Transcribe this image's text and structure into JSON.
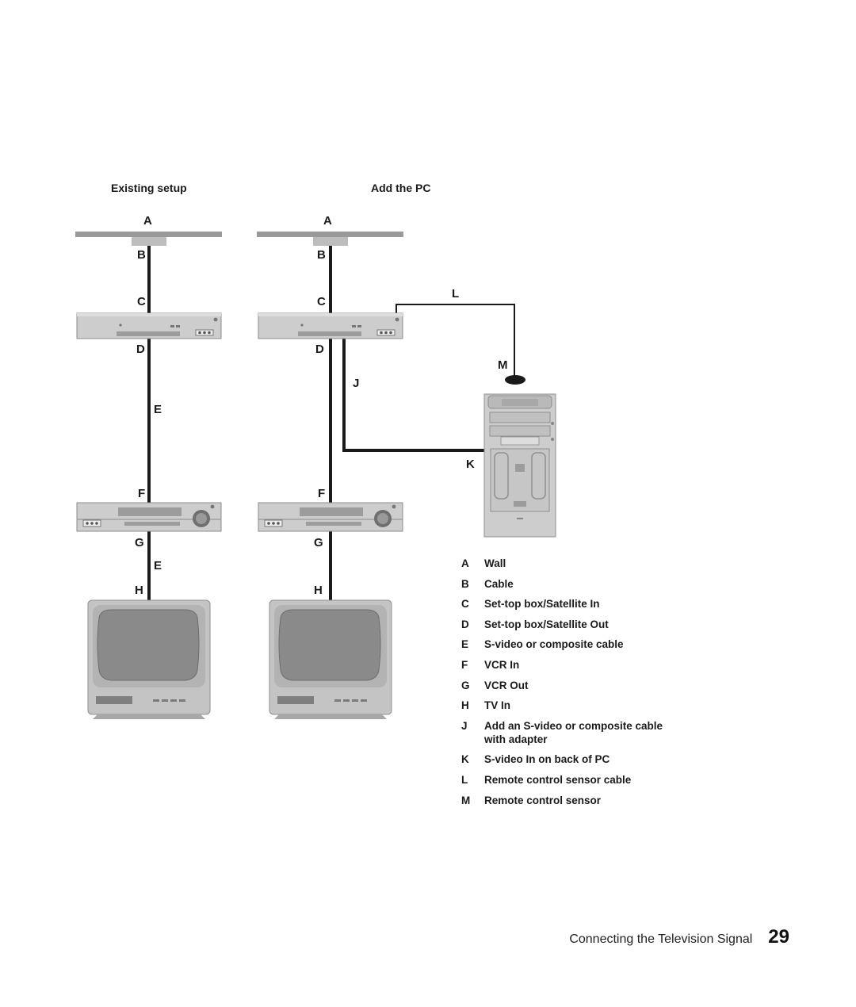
{
  "headings": {
    "existing": "Existing setup",
    "add_pc": "Add the PC"
  },
  "labels": {
    "A": "A",
    "B": "B",
    "C": "C",
    "D": "D",
    "E": "E",
    "F": "F",
    "G": "G",
    "H": "H",
    "J": "J",
    "K": "K",
    "L": "L",
    "M": "M"
  },
  "legend": [
    {
      "key": "A",
      "text": "Wall"
    },
    {
      "key": "B",
      "text": "Cable"
    },
    {
      "key": "C",
      "text": "Set-top box/Satellite In"
    },
    {
      "key": "D",
      "text": "Set-top box/Satellite Out"
    },
    {
      "key": "E",
      "text": "S-video or composite cable"
    },
    {
      "key": "F",
      "text": "VCR In"
    },
    {
      "key": "G",
      "text": "VCR Out"
    },
    {
      "key": "H",
      "text": "TV In"
    },
    {
      "key": "J",
      "text": "Add an S-video or composite cable with adapter"
    },
    {
      "key": "K",
      "text": "S-video In on back of PC"
    },
    {
      "key": "L",
      "text": "Remote control sensor cable"
    },
    {
      "key": "M",
      "text": "Remote control sensor"
    }
  ],
  "footer": {
    "title": "Connecting the Television Signal",
    "page": "29"
  },
  "colors": {
    "device_gray": "#c4c4c4",
    "wall_gray": "#9a9a9a",
    "cable_black": "#1a1a1a"
  }
}
